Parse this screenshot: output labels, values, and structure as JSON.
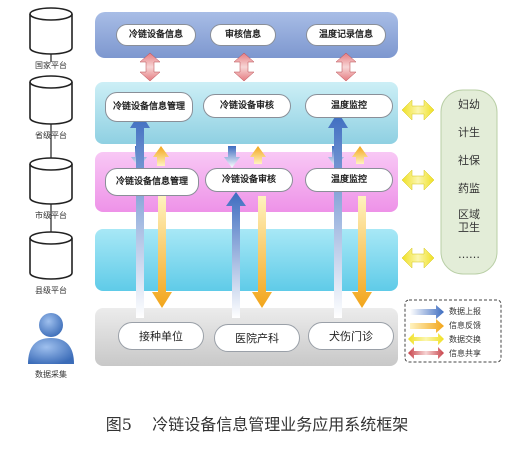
{
  "national": {
    "items": [
      "冷链设备信息",
      "审核信息",
      "温度记录信息"
    ]
  },
  "provincial": {
    "items": [
      "冷链设备信息管理",
      "冷链设备审核",
      "温度监控"
    ]
  },
  "city": {
    "items": [
      "冷链设备信息管理",
      "冷链设备审核",
      "温度监控"
    ]
  },
  "bottom": {
    "items": [
      "接种单位",
      "医院产科",
      "犬伤门诊"
    ]
  },
  "levels": [
    "国家平台",
    "省级平台",
    "市级平台",
    "县级平台",
    "数据采集"
  ],
  "side": {
    "items": [
      "妇幼",
      "计生",
      "社保",
      "药监",
      "区域\n卫生",
      "……"
    ]
  },
  "legend": {
    "items": [
      "数据上报",
      "信息反馈",
      "数据交换",
      "信息共享"
    ]
  },
  "caption": "图5    冷链设备信息管理业务应用系统框架",
  "colors": {
    "national": "#8fa6d6",
    "provincial": "#a9dce8",
    "city": "#f2a6ee",
    "county": "#7fd8ef",
    "bottom": "#d8d8d8",
    "side": "#e2edd6",
    "up": "#4a78c8",
    "feedback": "#f2b431",
    "exchange": "#f3ea2a",
    "share": "#c8434a"
  }
}
